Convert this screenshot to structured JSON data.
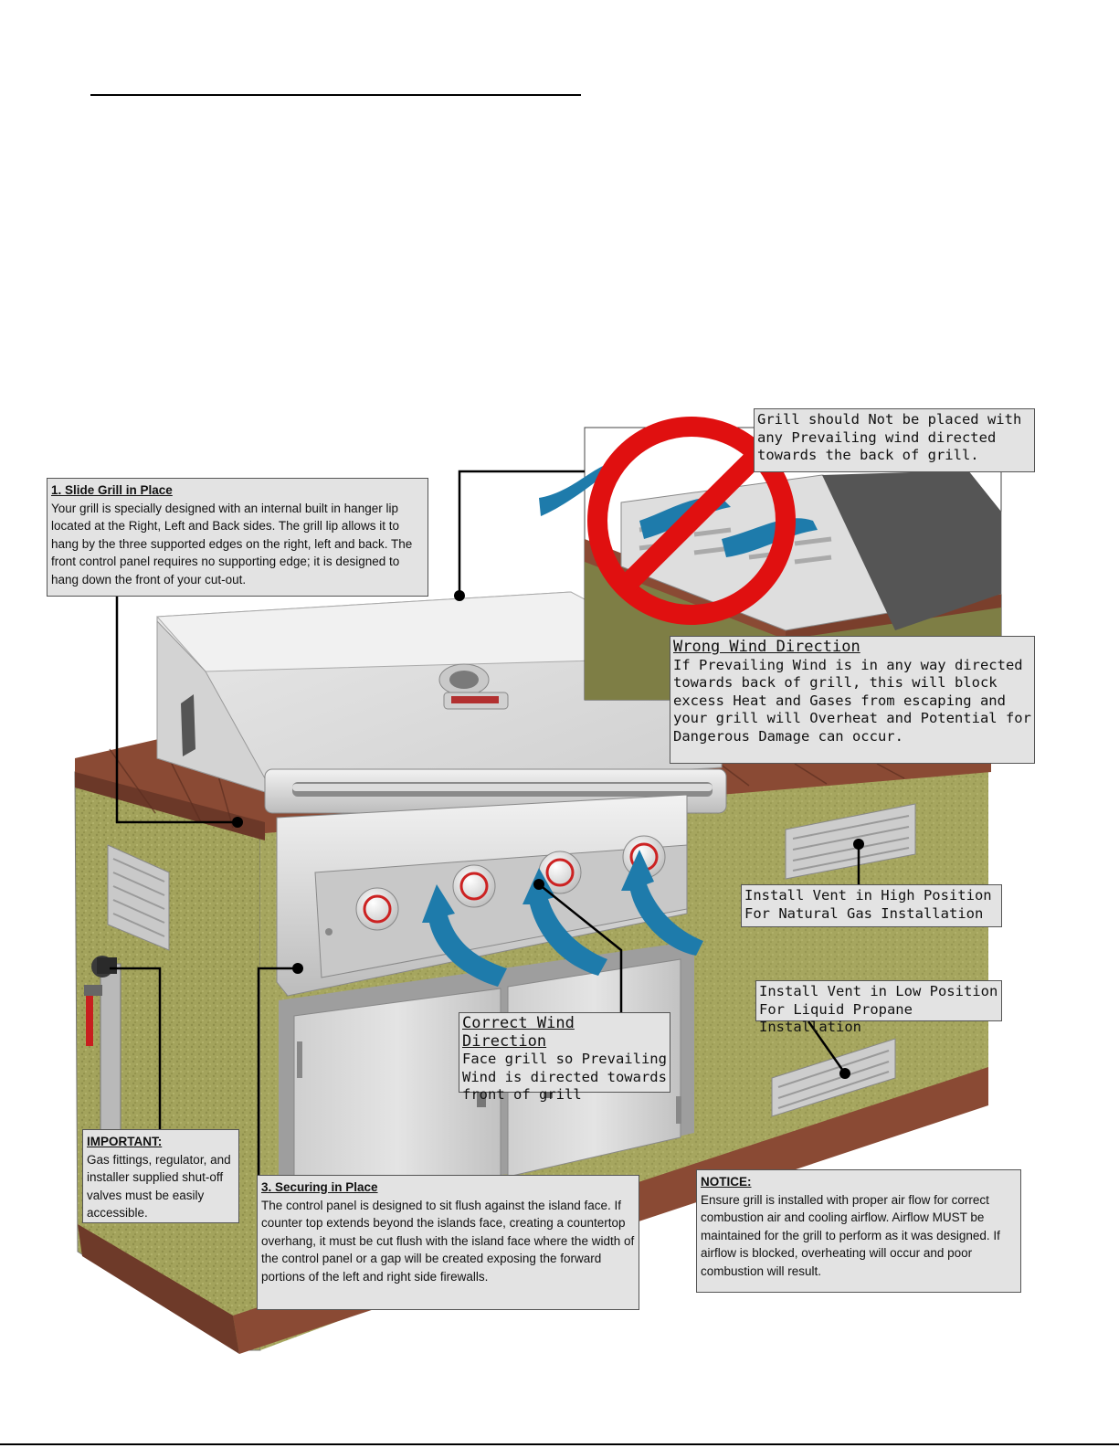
{
  "callouts": {
    "slide_grill": {
      "heading": "1. Slide Grill in Place",
      "body": "Your grill is specially designed with an internal built in hanger lip located at the Right, Left and Back sides. The grill lip allows it to hang by the three supported edges on the right, left and back.  The front control panel requires no supporting edge; it is designed to hang down the front of your cut-out."
    },
    "back_wind_warning": {
      "body": "Grill should Not be placed with any Prevailing wind directed towards the back of grill."
    },
    "wrong_wind": {
      "heading": "Wrong Wind Direction",
      "body": "If Prevailing Wind is in any way directed towards back of grill, this will block excess Heat and Gases from escaping and your grill will Overheat and Potential for Dangerous Damage can occur."
    },
    "vent_high": {
      "body": "Install Vent in High Position For Natural Gas Installation"
    },
    "vent_low": {
      "body": "Install Vent in Low Position For Liquid Propane Installation"
    },
    "correct_wind": {
      "heading": "Correct Wind Direction",
      "body": "Face grill so Prevailing Wind is directed towards front of grill"
    },
    "important": {
      "heading": "IMPORTANT:",
      "body": "Gas fittings, regulator, and installer supplied shut-off valves must be easily accessible."
    },
    "securing": {
      "heading": "3. Securing in Place",
      "body": "The control panel is designed to sit flush against the island face. If counter top extends beyond the islands face, creating a countertop overhang, it must be cut flush with the island face where the width of the control panel or a gap will be created exposing the forward portions of the left and right side firewalls."
    },
    "notice": {
      "heading": "NOTICE:",
      "body": "Ensure grill is installed with proper air flow for correct combustion air and cooling airflow. Airflow MUST be maintained for the grill to perform as it was designed. If airflow is blocked, overheating will occur and poor combustion will result."
    }
  },
  "colors": {
    "stucco": "#a2a25a",
    "tile": "#8a4a34",
    "steel": "#d8d8d8",
    "arrow": "#1e7bab",
    "prohibit": "#e01010",
    "callout_bg": "#e3e3e3"
  }
}
